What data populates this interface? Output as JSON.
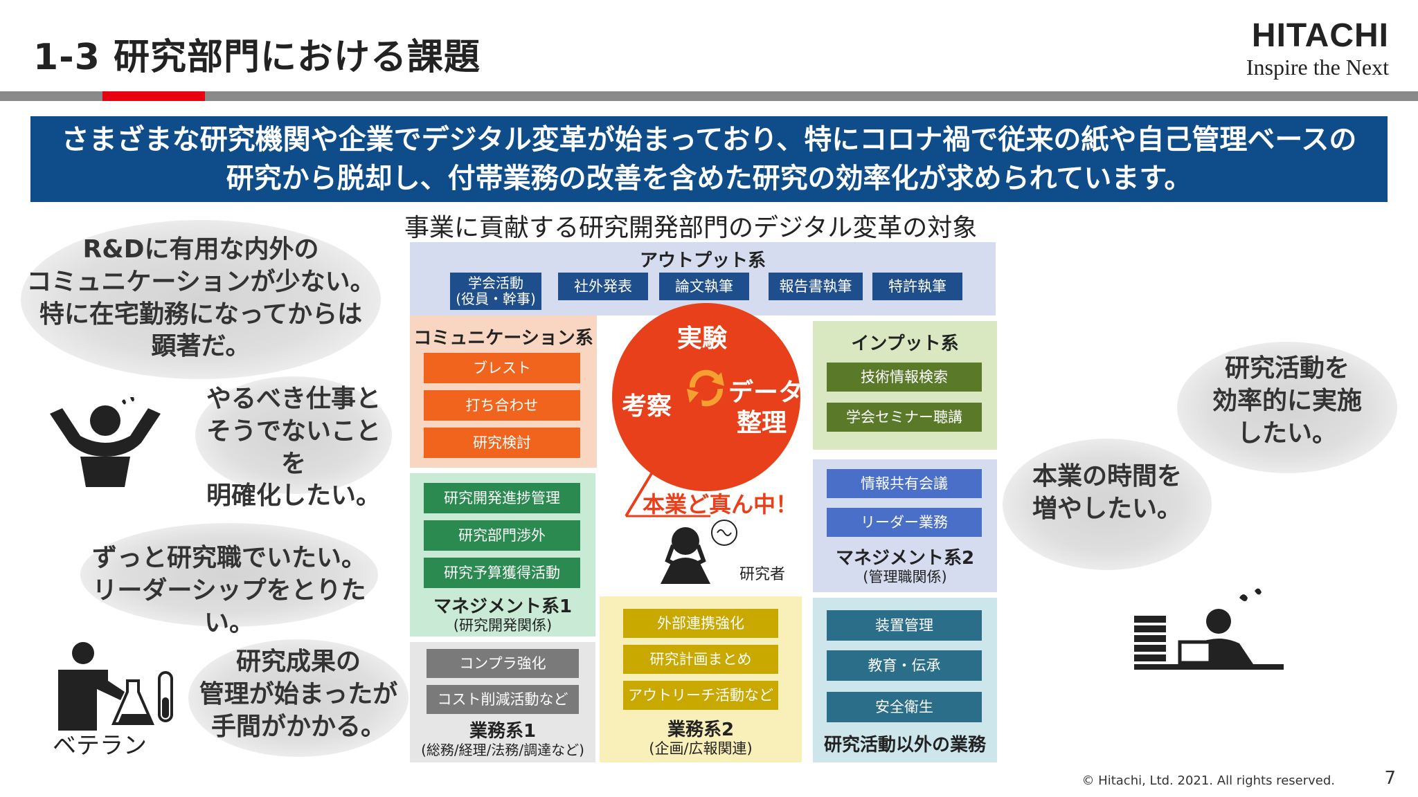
{
  "header": {
    "title": "1-3 研究部門における課題",
    "brand": "HITACHI",
    "tagline": "Inspire the Next"
  },
  "banner": {
    "line1": "さまざまな研究機関や企業でデジタル変革が始まっており、特にコロナ禍で従来の紙や自己管理ベースの",
    "line2": "研究から脱却し、付帯業務の改善を含めた研究の効率化が求められています。"
  },
  "diagram": {
    "subtitle": "事業に貢献する研究開発部門のデジタル変革の対象",
    "output": {
      "title": "アウトプット系",
      "items": [
        "学会活動\n(役員・幹事)",
        "社外発表",
        "論文執筆",
        "報告書執筆",
        "特許執筆"
      ]
    },
    "communication": {
      "title": "コミュニケーション系",
      "items": [
        "ブレスト",
        "打ち合わせ",
        "研究検討"
      ]
    },
    "input": {
      "title": "インプット系",
      "items": [
        "技術情報検索",
        "学会セミナー聴講"
      ]
    },
    "mgmt1": {
      "title": "マネジメント系1",
      "sub": "(研究開発関係)",
      "items": [
        "研究開発進捗管理",
        "研究部門渉外",
        "研究予算獲得活動"
      ]
    },
    "mgmt2": {
      "title": "マネジメント系2",
      "sub": "(管理職関係)",
      "items": [
        "情報共有会議",
        "リーダー業務"
      ]
    },
    "core": {
      "top": "実験",
      "left": "考察",
      "right1": "データ",
      "right2": "整理",
      "callout": "本業ど真ん中！",
      "person": "研究者"
    },
    "business1": {
      "title": "業務系1",
      "sub": "(総務/経理/法務/調達など)",
      "items": [
        "コンプラ強化",
        "コスト削減活動など"
      ]
    },
    "business2": {
      "title": "業務系2",
      "sub": "(企画/広報関連)",
      "items": [
        "外部連携強化",
        "研究計画まとめ",
        "アウトリーチ活動など"
      ]
    },
    "other": {
      "title": "研究活動以外の業務",
      "items": [
        "装置管理",
        "教育・伝承",
        "安全衛生"
      ]
    }
  },
  "bubbles": {
    "b1": [
      "R&Dに有用な内外の",
      "コミュニケーションが少ない。",
      "特に在宅勤務になってからは",
      "顕著だ。"
    ],
    "b2": [
      "やるべき仕事と",
      "そうでないことを",
      "明確化したい。"
    ],
    "b3": [
      "ずっと研究職でいたい。",
      "リーダーシップをとりたい。"
    ],
    "b4": [
      "研究成果の",
      "管理が始まったが",
      "手間がかかる。"
    ],
    "b5": [
      "研究活動を",
      "効率的に実施",
      "したい。"
    ],
    "b6": [
      "本業の時間を",
      "増やしたい。"
    ],
    "veteran": "ベテラン"
  },
  "footer": {
    "copyright": "© Hitachi, Ltd. 2021. All rights reserved.",
    "page": "7"
  },
  "colors": {
    "banner": "#0e4c8a",
    "output_item": "#1f4e8c",
    "comm_item": "#f0641e",
    "input_item": "#5a7a2a",
    "mgmt1_item": "#2a8a50",
    "mgmt2_item": "#4a6fc8",
    "business1_item": "#7a7a7a",
    "business2_item": "#c9a800",
    "other_item": "#2a6e8a",
    "core": "#e8401a"
  }
}
